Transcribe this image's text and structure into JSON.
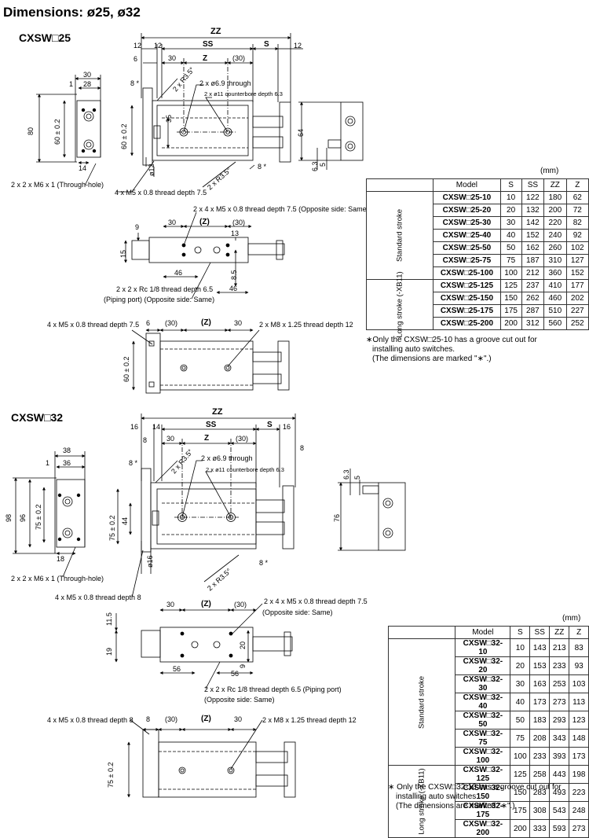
{
  "page": {
    "title": "Dimensions: ø25, ø32"
  },
  "sections": [
    {
      "name": "CXSW□25",
      "unit": "(mm)",
      "labels": {
        "zz": "ZZ",
        "ss": "SS",
        "z": "Z",
        "z_paren": "(30)",
        "s": "S",
        "d12a": "12",
        "d12b": "12",
        "d12c": "12",
        "d6": "6",
        "d30": "30",
        "r35": "2 x R3.5°",
        "r35b": "2 x R3.5°",
        "through": "2 x ø6.9 through",
        "cbore": "2 x ø11 counterbore depth 6.3",
        "d8a": "8 *",
        "d8b": "8 *",
        "d35": "35",
        "d60": "60 ± 0.2",
        "d80": "80",
        "d60b": "60 ± 0.2",
        "d30b": "30",
        "d28": "28",
        "d1": "1",
        "d14": "14",
        "phi12": "ø12",
        "d64": "64",
        "d63": "6.3",
        "d5": "5",
        "m6": "2 x 2 x M6 x 1 (Through-hole)",
        "m5a": "4 x M5 x 0.8 thread depth 7.5",
        "m5b": "2 x 4 x M5 x 0.8 thread depth 7.5 (Opposite side: Same)",
        "t30": "30",
        "tz": "(Z)",
        "t30p": "(30)",
        "d9": "9",
        "d13": "13",
        "d15": "15",
        "d46a": "46",
        "d46b": "46",
        "d85": "8.5",
        "rc": "2 x 2 x Rc 1/8 thread depth 6.5",
        "rc2": "(Piping port) (Opposite side: Same)",
        "m5c": "4 x M5 x 0.8 thread depth 7.5",
        "b6": "6",
        "b30p": "(30)",
        "bz": "(Z)",
        "b30": "30",
        "m8": "2 x M8 x 1.25 thread depth 12",
        "b60": "60 ± 0.2"
      },
      "table": {
        "headers": [
          "Model",
          "S",
          "SS",
          "ZZ",
          "Z"
        ],
        "group_standard": "Standard stroke",
        "group_long": "Long stroke (-XB11)",
        "standard_rows": [
          [
            "CXSW□25-10",
            "10",
            "122",
            "180",
            "62"
          ],
          [
            "CXSW□25-20",
            "20",
            "132",
            "200",
            "72"
          ],
          [
            "CXSW□25-30",
            "30",
            "142",
            "220",
            "82"
          ],
          [
            "CXSW□25-40",
            "40",
            "152",
            "240",
            "92"
          ],
          [
            "CXSW□25-50",
            "50",
            "162",
            "260",
            "102"
          ],
          [
            "CXSW□25-75",
            "75",
            "187",
            "310",
            "127"
          ],
          [
            "CXSW□25-100",
            "100",
            "212",
            "360",
            "152"
          ]
        ],
        "long_rows": [
          [
            "CXSW□25-125",
            "125",
            "237",
            "410",
            "177"
          ],
          [
            "CXSW□25-150",
            "150",
            "262",
            "460",
            "202"
          ],
          [
            "CXSW□25-175",
            "175",
            "287",
            "510",
            "227"
          ],
          [
            "CXSW□25-200",
            "200",
            "312",
            "560",
            "252"
          ]
        ]
      },
      "notes": [
        "∗Only the CXSW□25-10 has a groove cut out for",
        "installing auto switches.",
        "(The dimensions are marked \"∗\".)"
      ]
    },
    {
      "name": "CXSW□32",
      "unit": "(mm)",
      "labels": {
        "zz": "ZZ",
        "ss": "SS",
        "z": "Z",
        "z_paren": "(30)",
        "s": "S",
        "d16a": "16",
        "d14": "14",
        "d16b": "16",
        "d8": "8",
        "d8r": "8",
        "d30": "30",
        "r35": "2 x R3.5°",
        "r35b": "2 x R3.5°",
        "through": "2 x ø6.9 through",
        "cbore": "2 x ø11 counterbore depth 6.3",
        "d8a": "8 *",
        "d8b": "8 *",
        "d44": "44",
        "d75": "75 ± 0.2",
        "d98": "98",
        "d96": "96",
        "d75b": "75 ± 0.2",
        "d38": "38",
        "d36": "36",
        "d1": "1",
        "d18": "18",
        "phi16": "ø16",
        "d76": "76",
        "d63": "6.3",
        "d5": "5",
        "m6": "2 x 2 x M6 x 1 (Through-hole)",
        "m5a": "4 x M5 x 0.8 thread depth 8",
        "m5b": "2 x 4 x M5 x 0.8 thread depth 7.5",
        "m5b2": "(Opposite side: Same)",
        "t30": "30",
        "tz": "(Z)",
        "t30p": "(30)",
        "d115": "11.5",
        "d19": "19",
        "d20": "20",
        "d56a": "56",
        "d56b": "56",
        "d9": "9",
        "rc": "2 x 2 x Rc 1/8 thread depth 6.5 (Piping port)",
        "rc2": "(Opposite side: Same)",
        "m5c": "4 x M5 x 0.8 thread depth 8",
        "b8": "8",
        "b30p": "(30)",
        "bz": "(Z)",
        "b30": "30",
        "m8": "2 x M8 x 1.25 thread depth 12",
        "b75": "75 ± 0.2"
      },
      "table": {
        "headers": [
          "Model",
          "S",
          "SS",
          "ZZ",
          "Z"
        ],
        "group_standard": "Standard stroke",
        "group_long": "Long stroke (-XB11)",
        "standard_rows": [
          [
            "CXSW□32-10",
            "10",
            "143",
            "213",
            "83"
          ],
          [
            "CXSW□32-20",
            "20",
            "153",
            "233",
            "93"
          ],
          [
            "CXSW□32-30",
            "30",
            "163",
            "253",
            "103"
          ],
          [
            "CXSW□32-40",
            "40",
            "173",
            "273",
            "113"
          ],
          [
            "CXSW□32-50",
            "50",
            "183",
            "293",
            "123"
          ],
          [
            "CXSW□32-75",
            "75",
            "208",
            "343",
            "148"
          ],
          [
            "CXSW□32-100",
            "100",
            "233",
            "393",
            "173"
          ]
        ],
        "long_rows": [
          [
            "CXSW□32-125",
            "125",
            "258",
            "443",
            "198"
          ],
          [
            "CXSW□32-150",
            "150",
            "283",
            "493",
            "223"
          ],
          [
            "CXSW□32-175",
            "175",
            "308",
            "543",
            "248"
          ],
          [
            "CXSW□32-200",
            "200",
            "333",
            "593",
            "273"
          ]
        ]
      },
      "notes": [
        "∗ Only the CXSW□32-10 has a groove cut out for",
        "installing auto switches.",
        "(The dimensions are marked \"∗\".)"
      ]
    }
  ]
}
